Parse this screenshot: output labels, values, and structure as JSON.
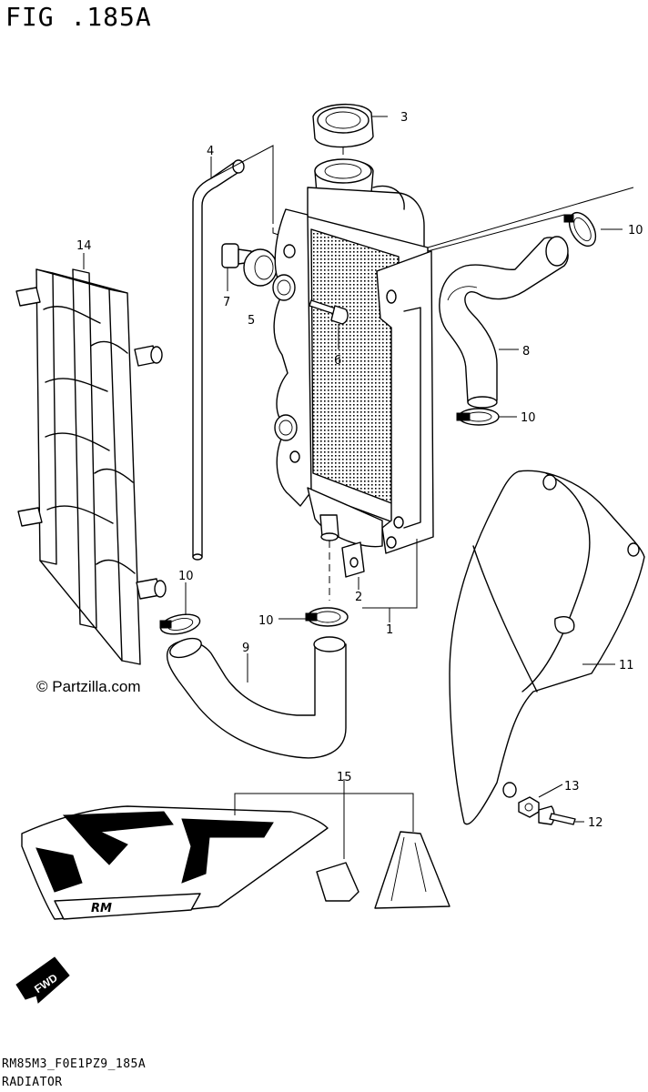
{
  "header": {
    "figure_title": "FIG .185A"
  },
  "watermark": {
    "copyright": "© Partzilla.com"
  },
  "callouts": [
    {
      "id": "c3",
      "label": "3"
    },
    {
      "id": "c4",
      "label": "4"
    },
    {
      "id": "c7",
      "label": "7"
    },
    {
      "id": "c5",
      "label": "5"
    },
    {
      "id": "c6",
      "label": "6"
    },
    {
      "id": "c14",
      "label": "14"
    },
    {
      "id": "c10a",
      "label": "10"
    },
    {
      "id": "c8",
      "label": "8"
    },
    {
      "id": "c10b",
      "label": "10"
    },
    {
      "id": "c10c",
      "label": "10"
    },
    {
      "id": "c10d",
      "label": "10"
    },
    {
      "id": "c2",
      "label": "2"
    },
    {
      "id": "c1",
      "label": "1"
    },
    {
      "id": "c9",
      "label": "9"
    },
    {
      "id": "c11",
      "label": "11"
    },
    {
      "id": "c15",
      "label": "15"
    },
    {
      "id": "c13",
      "label": "13"
    },
    {
      "id": "c12",
      "label": "12"
    }
  ],
  "badges": {
    "fwd": "FWD",
    "shroud_logo": "RM"
  },
  "footer": {
    "code": "RM85M3_F0E1PZ9_185A",
    "title": "RADIATOR"
  },
  "colors": {
    "line": "#000000",
    "background": "#ffffff"
  }
}
